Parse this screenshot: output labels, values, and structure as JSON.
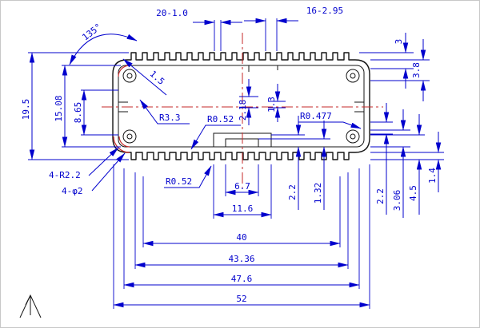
{
  "colors": {
    "background": "#ffffff",
    "outline": "#141414",
    "dimension": "#0000cd",
    "centerline": "#c42a2a"
  },
  "dims": {
    "slot_top": "20-1.0",
    "fin_top": "16-2.95",
    "angle": "135°",
    "chamfer": "1.5",
    "height_overall": "19.5",
    "height_inner": "15.08",
    "height_channel": "8.65",
    "radius_inner": "R3.3",
    "radius_fillet_top": "R0.52",
    "radius_right": "R0.477",
    "radius_fillet_bottom": "R0.52",
    "depth_218": "2.18",
    "depth_13": "1.3",
    "wall_3": "3",
    "wall_38": "3.8",
    "corner_bosses": "4-R2.2",
    "corner_holes": "4-φ2",
    "slot_67": "6.7",
    "channel_116": "11.6",
    "t22_left": "2.2",
    "t132": "1.32",
    "t22_right": "2.2",
    "t306": "3.06",
    "t45": "4.5",
    "t14": "1.4",
    "width_40": "40",
    "width_4336": "43.36",
    "width_476": "47.6",
    "width_52": "52"
  }
}
